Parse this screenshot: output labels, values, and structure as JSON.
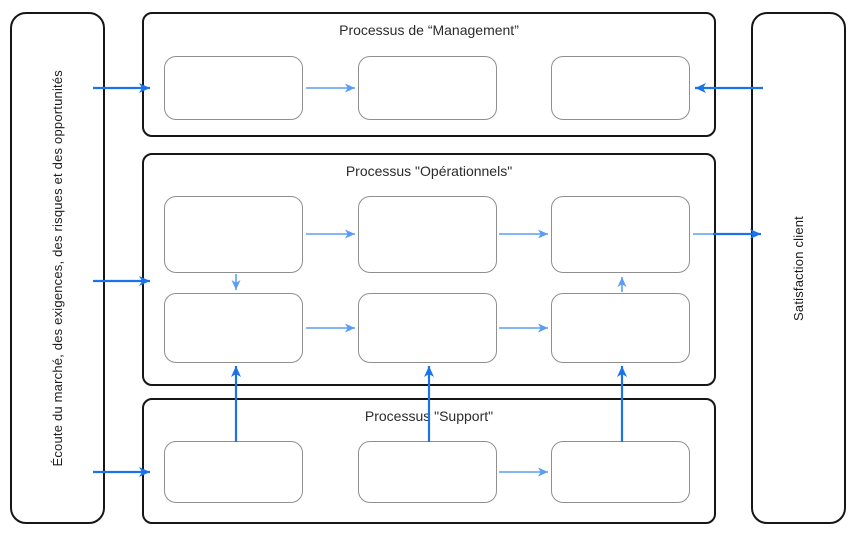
{
  "diagram": {
    "left_bar": {
      "label": "Écoute du marché, des exigences, des risques et des opportunités"
    },
    "right_bar": {
      "label": "Satisfaction client"
    },
    "sections": {
      "management": {
        "title": "Processus de “Management”"
      },
      "operationnels": {
        "title": "Processus \"Opérationnels\""
      },
      "support": {
        "title": "Processus \"Support\""
      }
    },
    "colors": {
      "arrow_primary": "#1a73e8",
      "arrow_secondary": "#5b9df5",
      "outer_border": "#161616",
      "box_border": "#8f8f8f",
      "title_text": "#2b2b2b",
      "background": "#ffffff"
    }
  }
}
